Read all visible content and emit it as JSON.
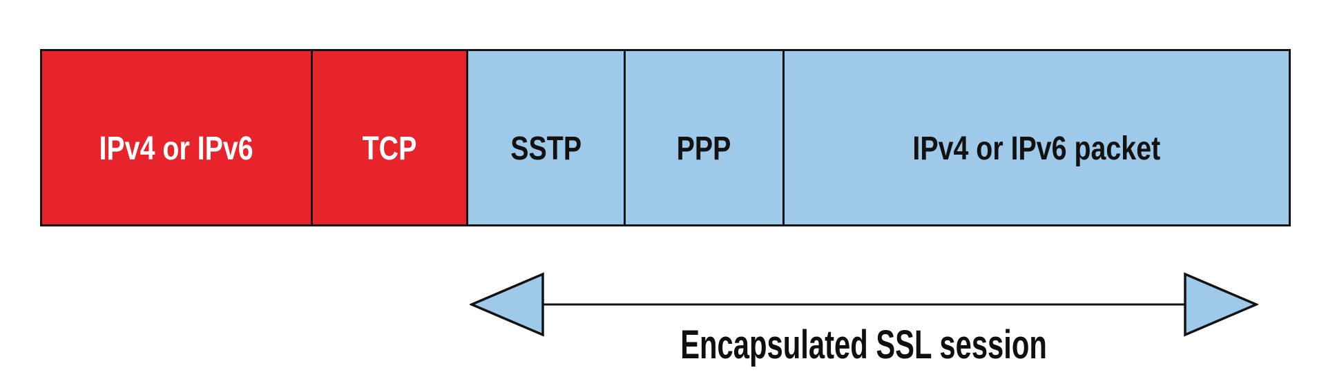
{
  "diagram": {
    "description": "SSTP packet encapsulation structure",
    "colors": {
      "red": "#e7242b",
      "blue": "#9ec9e9",
      "outline": "#131313",
      "background": "#ffffff"
    },
    "segments": [
      {
        "label": "IPv4 or IPv6",
        "fill": "red",
        "text_color": "#ffffff",
        "width_pct": 21.7
      },
      {
        "label": "TCP",
        "fill": "red",
        "text_color": "#ffffff",
        "width_pct": 12.4
      },
      {
        "label": "SSTP",
        "fill": "blue",
        "text_color": "#121212",
        "width_pct": 12.5
      },
      {
        "label": "PPP",
        "fill": "blue",
        "text_color": "#121212",
        "width_pct": 12.7
      },
      {
        "label": "IPv4 or IPv6 packet",
        "fill": "blue",
        "text_color": "#121212",
        "width_pct": 40.7
      }
    ],
    "arrow": {
      "label": "Encapsulated SSL session",
      "fill": "#9ec9e9",
      "stroke": "#131313"
    }
  }
}
